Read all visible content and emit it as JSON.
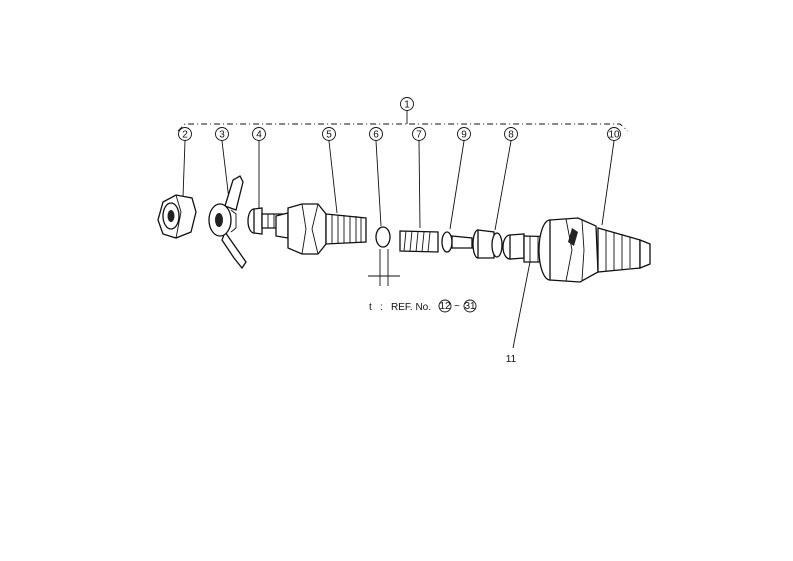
{
  "callouts": [
    {
      "id": "callout-1",
      "text": "1"
    },
    {
      "id": "callout-2",
      "text": "2"
    },
    {
      "id": "callout-3",
      "text": "3"
    },
    {
      "id": "callout-4",
      "text": "4"
    },
    {
      "id": "callout-5",
      "text": "5"
    },
    {
      "id": "callout-6",
      "text": "6"
    },
    {
      "id": "callout-7",
      "text": "7"
    },
    {
      "id": "callout-9",
      "text": "9"
    },
    {
      "id": "callout-8",
      "text": "8"
    },
    {
      "id": "callout-10",
      "text": "10"
    }
  ],
  "plain_label": "11",
  "thickness_label": "t",
  "ref_text": "REF. No.",
  "ref_from": "12",
  "ref_dash": "~",
  "ref_to": "31"
}
